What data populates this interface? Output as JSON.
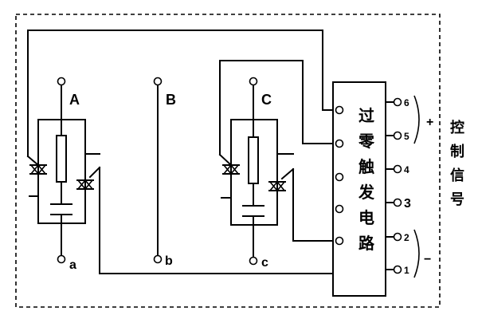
{
  "phases": {
    "a_top": "A",
    "b_top": "B",
    "c_top": "C",
    "a_bottom": "a",
    "b_bottom": "b",
    "c_bottom": "c"
  },
  "controller": {
    "chars": [
      "过",
      "零",
      "触",
      "发",
      "电",
      "路"
    ]
  },
  "output_pins": [
    "6",
    "5",
    "4",
    "3",
    "2",
    "1"
  ],
  "polarity": {
    "plus": "+",
    "minus": "−"
  },
  "side_label": [
    "控",
    "制",
    "信",
    "号"
  ]
}
